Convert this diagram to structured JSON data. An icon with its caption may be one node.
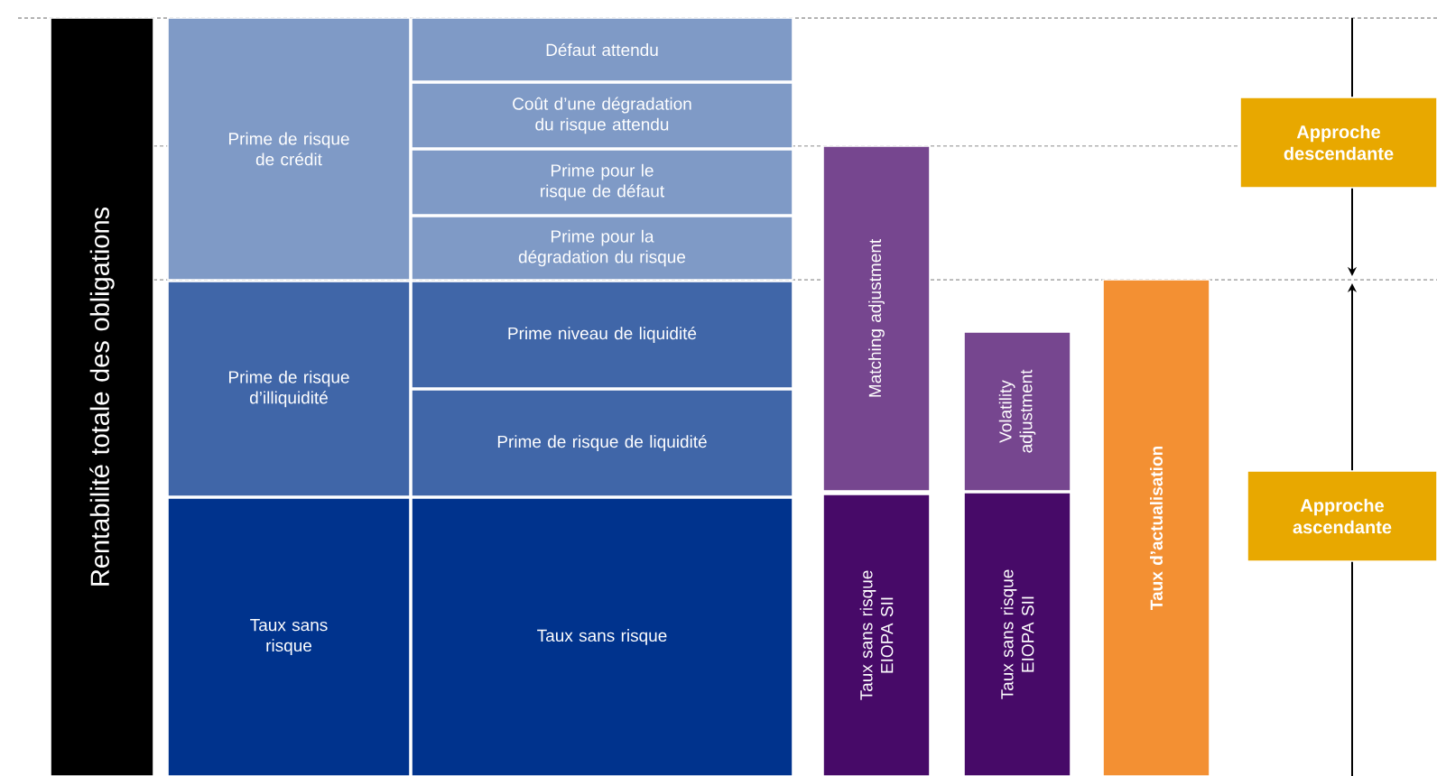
{
  "diagram": {
    "nodes": [
      {
        "text": [
          "Rentabilité totale des obligations"
        ]
      },
      {
        "text": [
          "Prime de risque de crédit"
        ]
      },
      {
        "text": [
          "Défaut attendu"
        ]
      },
      {
        "text": [
          "Coût d’une dégradation du risque attendu"
        ]
      },
      {
        "text": [
          "Prime pour le risque de défaut"
        ]
      },
      {
        "text": [
          "Prime pour la dégradation du risque"
        ]
      },
      {
        "text": [
          "Prime de risque d’illiquidité"
        ]
      },
      {
        "text": [
          "Prime niveau de liquidité"
        ]
      },
      {
        "text": [
          "Prime de risque de liquidité"
        ]
      },
      {
        "text": [
          "Taux sans risque"
        ]
      },
      {
        "text": [
          "Taux sans risque"
        ]
      },
      {
        "text": [
          "Matching adjustment"
        ]
      },
      {
        "text": [
          "Taux sans risque EIOPA SII"
        ]
      },
      {
        "text": [
          "Volatility adjustment"
        ]
      },
      {
        "text": [
          "Taux sans risque EIOPA SII"
        ]
      },
      {
        "text": [
          "Taux d’actualisation"
        ]
      },
      {
        "text": [
          "Approche descendante"
        ]
      },
      {
        "text": [
          "Approche ascendante"
        ]
      }
    ],
    "edges": [
      {
        "from": 16,
        "to": null,
        "arrow": "to"
      },
      {
        "from": 17,
        "to": null,
        "arrow": "to"
      }
    ]
  }
}
